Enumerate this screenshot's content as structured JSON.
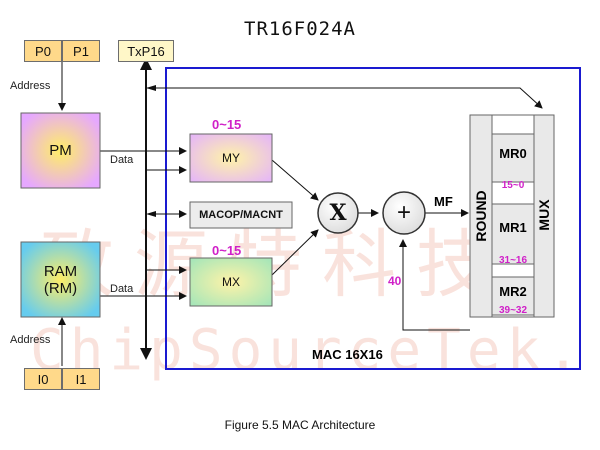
{
  "title": "TR16F024A",
  "watermark": {
    "cn": "致源特科技",
    "en": "ChipSourceTek."
  },
  "registers": {
    "p0": "P0",
    "p1": "P1",
    "i0": "I0",
    "i1": "I1",
    "txp": "TxP16"
  },
  "labels": {
    "address_top": "Address",
    "address_bottom": "Address",
    "data_top": "Data",
    "data_bottom": "Data",
    "range_my": "0~15",
    "range_mx": "0~15",
    "mf": "MF",
    "feedback": "40"
  },
  "blocks": {
    "pm": "PM",
    "ram": "RAM\n(RM)",
    "my": "MY",
    "mx": "MX",
    "macop": "MACOP/MACNT",
    "multiply": "X",
    "add": "+",
    "round": "ROUND",
    "mux": "MUX"
  },
  "mr": [
    {
      "name": "MR0",
      "range": "15~0"
    },
    {
      "name": "MR1",
      "range": "31~16"
    },
    {
      "name": "MR2",
      "range": "39~32"
    }
  ],
  "mac_label": "MAC 16X16",
  "caption": "Figure 5.5    MAC Architecture",
  "colors": {
    "mac_border": "#1a1ad0",
    "range_text": "#d020c8"
  }
}
